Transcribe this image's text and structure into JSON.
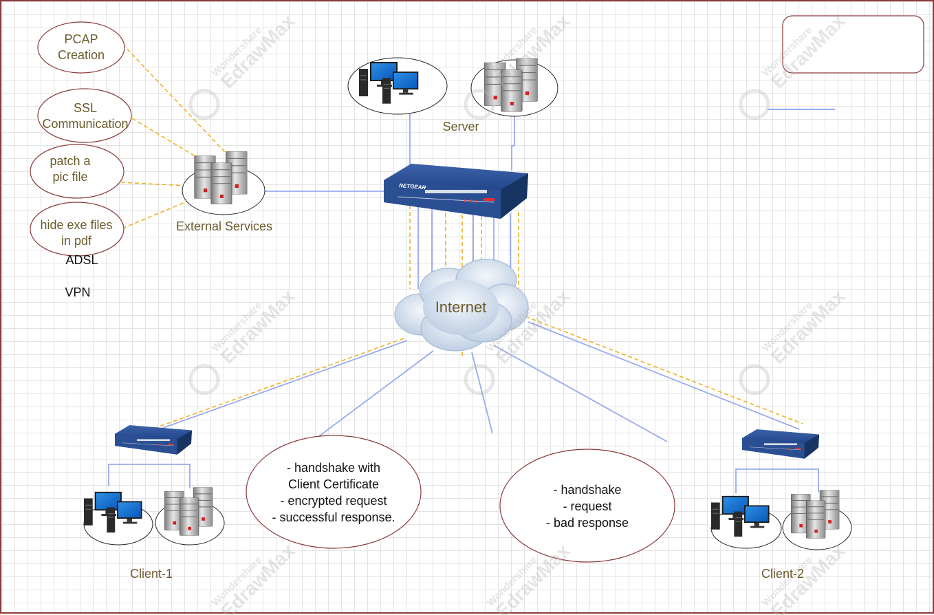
{
  "nodes": {
    "server": {
      "label": "Server"
    },
    "external_services": {
      "label": "External Services"
    },
    "internet": {
      "label": "Internet"
    },
    "client1": {
      "label": "Client-1"
    },
    "client2": {
      "label": "Client-2"
    }
  },
  "services": [
    {
      "lines": [
        "PCAP",
        "Creation"
      ]
    },
    {
      "lines": [
        "SSL",
        "Communication"
      ]
    },
    {
      "lines": [
        "patch a",
        "pic file"
      ]
    },
    {
      "lines": [
        "hide exe files",
        "in pdf"
      ]
    }
  ],
  "legend": {
    "adsl": "ADSL",
    "vpn": "VPN"
  },
  "notes": {
    "client1_flow": [
      "- handshake with",
      "Client Certificate",
      "- encrypted request",
      "- successful response."
    ],
    "client2_flow": [
      "- handshake",
      "- request",
      "- bad response"
    ]
  },
  "router_brand": "NETGEAR",
  "watermark": {
    "line1": "Wondershare",
    "line2": "EdrawMax"
  },
  "colors": {
    "adsl_link": "#9aaaf0",
    "vpn_link": "#f0b020",
    "router": "#2b4f93",
    "border": "#8b3a3a",
    "text": "#6b5a2a"
  }
}
